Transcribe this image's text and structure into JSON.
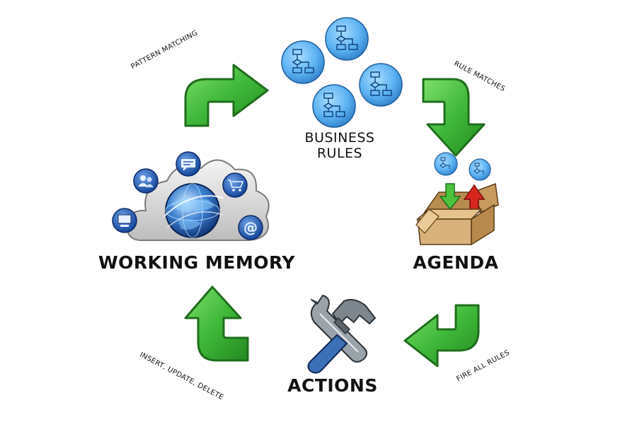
{
  "nodes": {
    "business_rules": {
      "line1": "BUSINESS",
      "line2": "RULES"
    },
    "agenda": {
      "label": "AGENDA"
    },
    "actions": {
      "label": "ACTIONS"
    },
    "working_memory": {
      "label": "WORKING MEMORY"
    }
  },
  "edges": {
    "pattern_matching": "PATTERN MATCHING",
    "rule_matches": "RULE MATCHES",
    "fire_all_rules": "FIRE ALL RULES",
    "insert_update_delete": "INSERT, UPDATE, DELETE"
  },
  "colors": {
    "arrow_green": "#3fb83a",
    "arrow_dark": "#1f6e1c",
    "rule_blue": "#58aef0",
    "cloud_gray": "#dcdcdc",
    "box_tan": "#d8b27a",
    "arrow_red": "#d7261e"
  },
  "icons": [
    "flowchart-icon",
    "cloud-icon",
    "globe-icon",
    "users-icon",
    "chat-icon",
    "cart-icon",
    "computer-icon",
    "at-sign-icon",
    "box-icon",
    "wrench-icon",
    "hammer-icon"
  ]
}
